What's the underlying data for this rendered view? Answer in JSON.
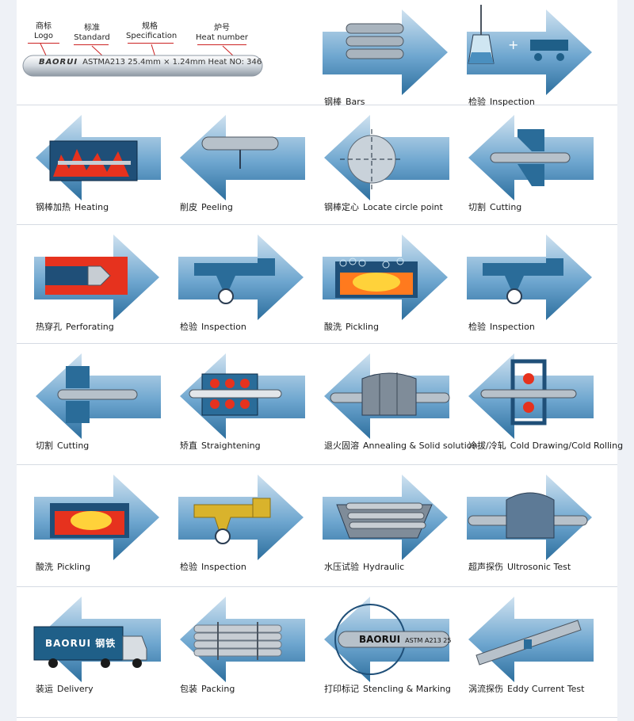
{
  "legend": {
    "logo_zh": "商标",
    "logo_en": "Logo",
    "standard_zh": "标准",
    "standard_en": "Standard",
    "spec_zh": "规格",
    "spec_en": "Specification",
    "heat_zh": "炉号",
    "heat_en": "Heat number",
    "rod_brand": "BAORUI",
    "rod_rest": "ASTMA213  25.4mm × 1.24mm  Heat NO: 346"
  },
  "steps": [
    {
      "zh": "钢棒",
      "en": "Bars"
    },
    {
      "zh": "检验",
      "en": "Inspection"
    },
    {
      "zh": "钢棒加热",
      "en": "Heating"
    },
    {
      "zh": "削皮",
      "en": "Peeling"
    },
    {
      "zh": "钢棒定心",
      "en": "Locate circle point"
    },
    {
      "zh": "切割",
      "en": "Cutting"
    },
    {
      "zh": "热穿孔",
      "en": "Perforating"
    },
    {
      "zh": "检验",
      "en": "Inspection"
    },
    {
      "zh": "酸洗",
      "en": "Pickling"
    },
    {
      "zh": "检验",
      "en": "Inspection"
    },
    {
      "zh": "切割",
      "en": "Cutting"
    },
    {
      "zh": "矫直",
      "en": "Straightening"
    },
    {
      "zh": "退火固溶",
      "en": "Annealing & Solid solution"
    },
    {
      "zh": "冷拔/冷轧",
      "en": "Cold Drawing/Cold Rolling"
    },
    {
      "zh": "酸洗",
      "en": "Pickling"
    },
    {
      "zh": "检验",
      "en": "Inspection"
    },
    {
      "zh": "水压试验",
      "en": "Hydraulic"
    },
    {
      "zh": "超声探伤",
      "en": "Ultrosonic  Test"
    },
    {
      "zh": "装运",
      "en": "Delivery"
    },
    {
      "zh": "包装",
      "en": "Packing"
    },
    {
      "zh": "打印标记",
      "en": "Stencling & Marking"
    },
    {
      "zh": "涡流探伤",
      "en": "Eddy Current Test"
    }
  ],
  "truck_brand": "BAORUI",
  "truck_brand_zh": "钢铁",
  "stencil_brand": "BAORUI",
  "stencil_text": "ASTM A213  25",
  "colors": {
    "arrow_blue": "#3f86b8",
    "fire_red": "#e6321e",
    "fire_yellow": "#ffd23a",
    "steel": "#9aa6b2",
    "mustard": "#d9b32c"
  }
}
